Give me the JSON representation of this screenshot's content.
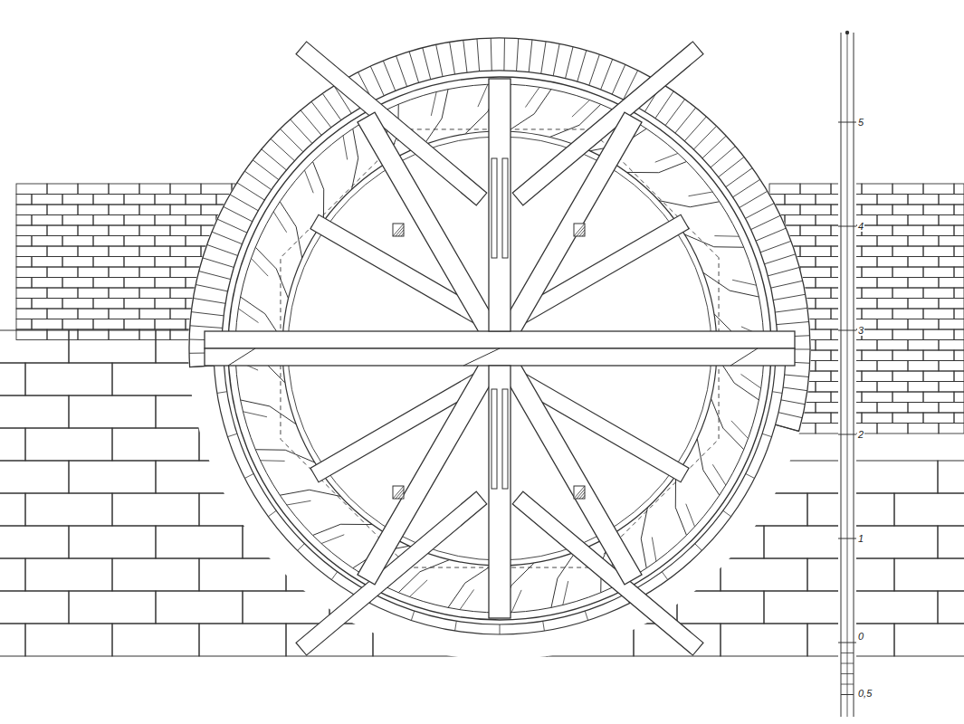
{
  "diagram": {
    "labels": [
      "5",
      "4",
      "3",
      "2",
      "1",
      "0",
      "0,5"
    ]
  }
}
